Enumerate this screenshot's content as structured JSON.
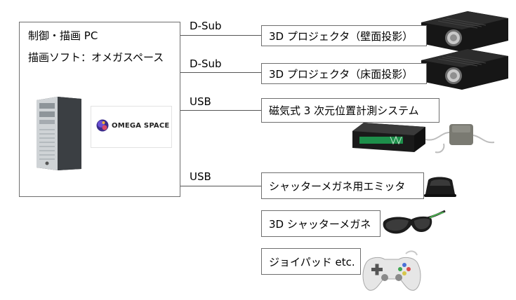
{
  "pc": {
    "line1": "制御・描画 PC",
    "line2": "描画ソフト：オメガスペース",
    "logo_text": "OMEGA SPACE"
  },
  "connections": [
    {
      "port": "D-Sub",
      "device": "3D プロジェクタ（壁面投影）",
      "image": "projector-icon"
    },
    {
      "port": "D-Sub",
      "device": "3D プロジェクタ（床面投影）",
      "image": "projector-icon"
    },
    {
      "port": "USB",
      "device": "磁気式 3 次元位置計測システム",
      "image": "tracker-icon"
    },
    {
      "port": "USB",
      "device": "シャッターメガネ用エミッタ",
      "image": "emitter-icon"
    }
  ],
  "peripherals": [
    {
      "device": "3D シャッターメガネ",
      "image": "glasses-icon"
    },
    {
      "device": "ジョイパッド etc.",
      "image": "gamepad-icon"
    }
  ]
}
